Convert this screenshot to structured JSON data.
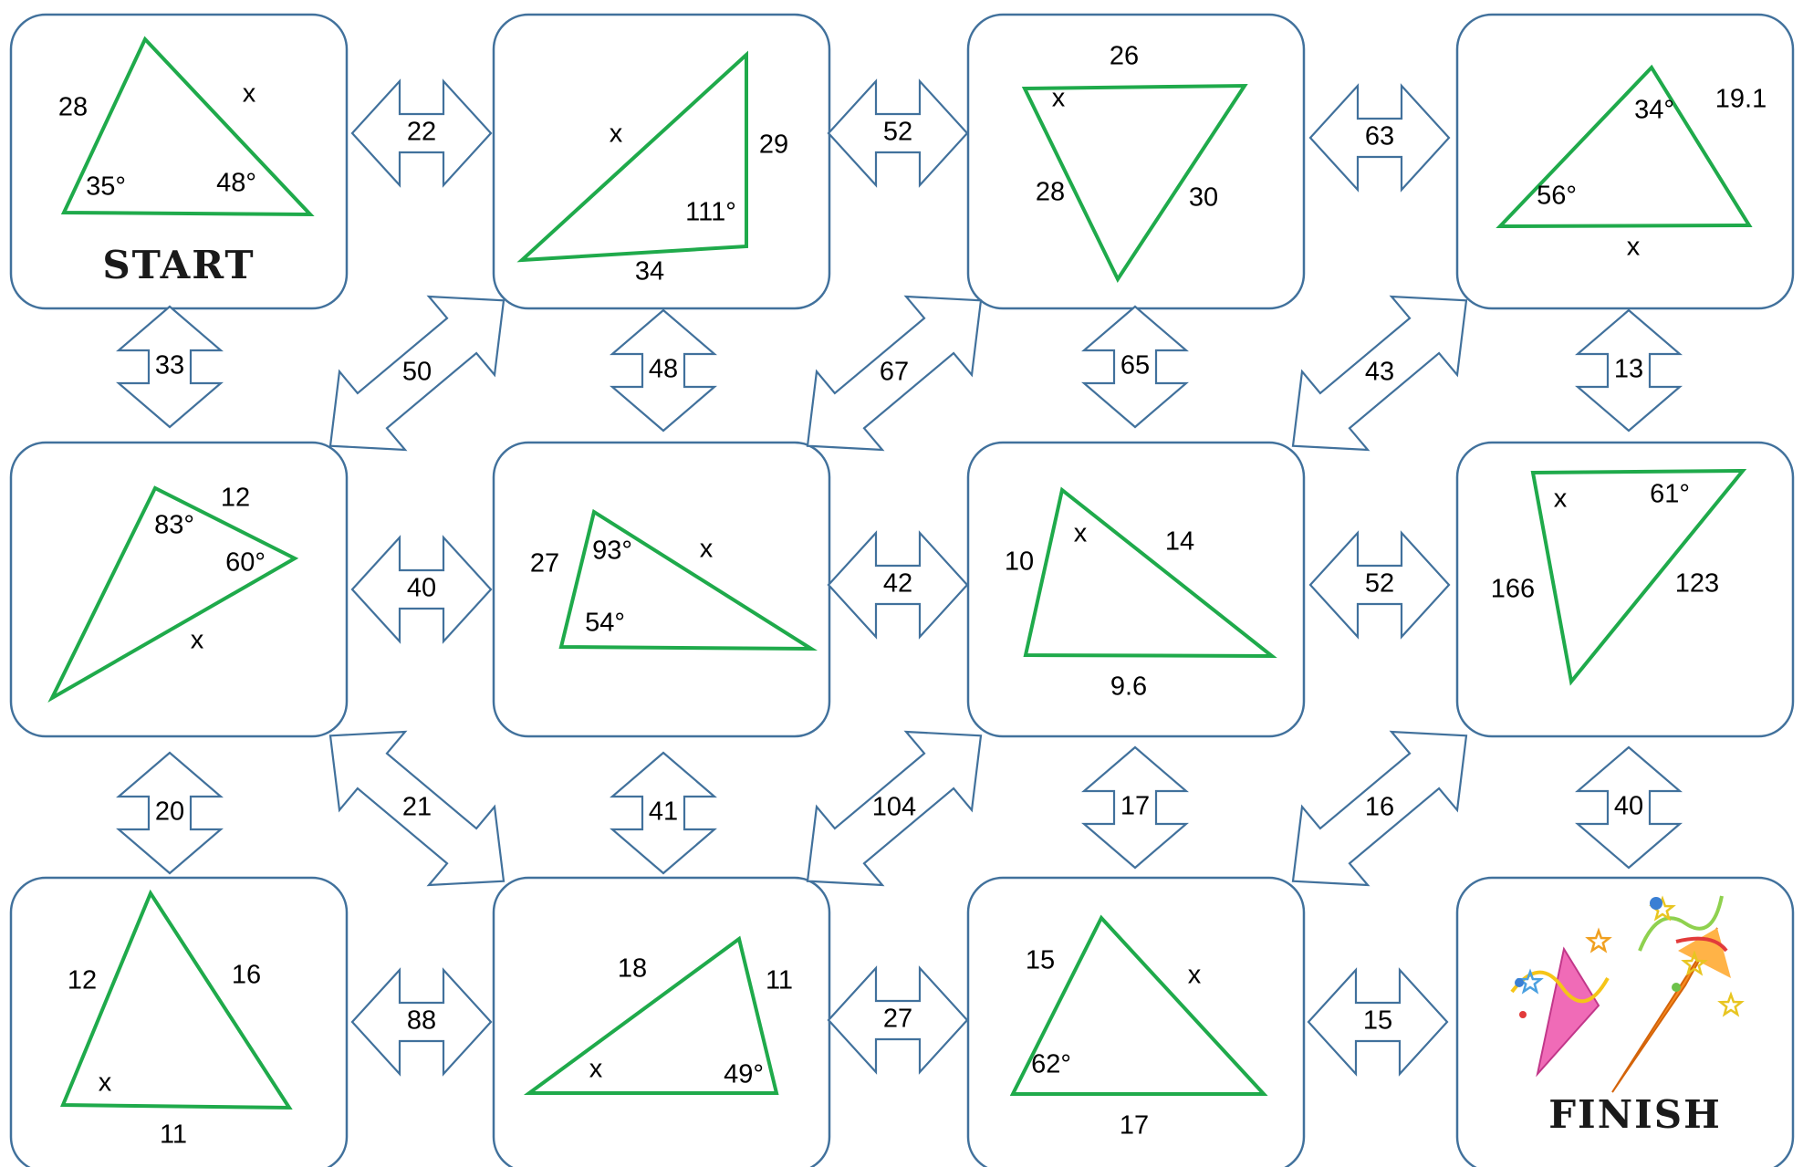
{
  "cards": [
    {
      "id": "c00",
      "row": 0,
      "col": 0,
      "title": "START",
      "labels": [
        {
          "text": "28"
        },
        {
          "text": "x"
        },
        {
          "text": "35°"
        },
        {
          "text": "48°"
        }
      ]
    },
    {
      "id": "c01",
      "row": 0,
      "col": 1,
      "labels": [
        {
          "text": "x"
        },
        {
          "text": "29"
        },
        {
          "text": "111°"
        },
        {
          "text": "34"
        }
      ]
    },
    {
      "id": "c02",
      "row": 0,
      "col": 2,
      "labels": [
        {
          "text": "26"
        },
        {
          "text": "x"
        },
        {
          "text": "28"
        },
        {
          "text": "30"
        }
      ]
    },
    {
      "id": "c03",
      "row": 0,
      "col": 3,
      "labels": [
        {
          "text": "34°"
        },
        {
          "text": "19.1"
        },
        {
          "text": "56°"
        },
        {
          "text": "x"
        }
      ]
    },
    {
      "id": "c10",
      "row": 1,
      "col": 0,
      "labels": [
        {
          "text": "12"
        },
        {
          "text": "83°"
        },
        {
          "text": "60°"
        },
        {
          "text": "x"
        }
      ]
    },
    {
      "id": "c11",
      "row": 1,
      "col": 1,
      "labels": [
        {
          "text": "27"
        },
        {
          "text": "93°"
        },
        {
          "text": "x"
        },
        {
          "text": "54°"
        }
      ]
    },
    {
      "id": "c12",
      "row": 1,
      "col": 2,
      "labels": [
        {
          "text": "x"
        },
        {
          "text": "14"
        },
        {
          "text": "10"
        },
        {
          "text": "9.6"
        }
      ]
    },
    {
      "id": "c13",
      "row": 1,
      "col": 3,
      "labels": [
        {
          "text": "x"
        },
        {
          "text": "61°"
        },
        {
          "text": "166"
        },
        {
          "text": "123"
        }
      ]
    },
    {
      "id": "c20",
      "row": 2,
      "col": 0,
      "labels": [
        {
          "text": "12"
        },
        {
          "text": "16"
        },
        {
          "text": "x"
        },
        {
          "text": "11"
        }
      ]
    },
    {
      "id": "c21",
      "row": 2,
      "col": 1,
      "labels": [
        {
          "text": "18"
        },
        {
          "text": "11"
        },
        {
          "text": "x"
        },
        {
          "text": "49°"
        }
      ]
    },
    {
      "id": "c22",
      "row": 2,
      "col": 2,
      "labels": [
        {
          "text": "15"
        },
        {
          "text": "x"
        },
        {
          "text": "62°"
        },
        {
          "text": "17"
        }
      ]
    },
    {
      "id": "c23",
      "row": 2,
      "col": 3,
      "title": "FINISH",
      "labels": []
    }
  ],
  "arrows": {
    "horizontal": [
      "22",
      "52",
      "63",
      "40",
      "42",
      "52",
      "88",
      "27",
      "15"
    ],
    "vertical": [
      "33",
      "48",
      "65",
      "13",
      "20",
      "41",
      "17",
      "40"
    ],
    "diagonal": [
      "50",
      "67",
      "43",
      "21",
      "104",
      "16"
    ]
  }
}
